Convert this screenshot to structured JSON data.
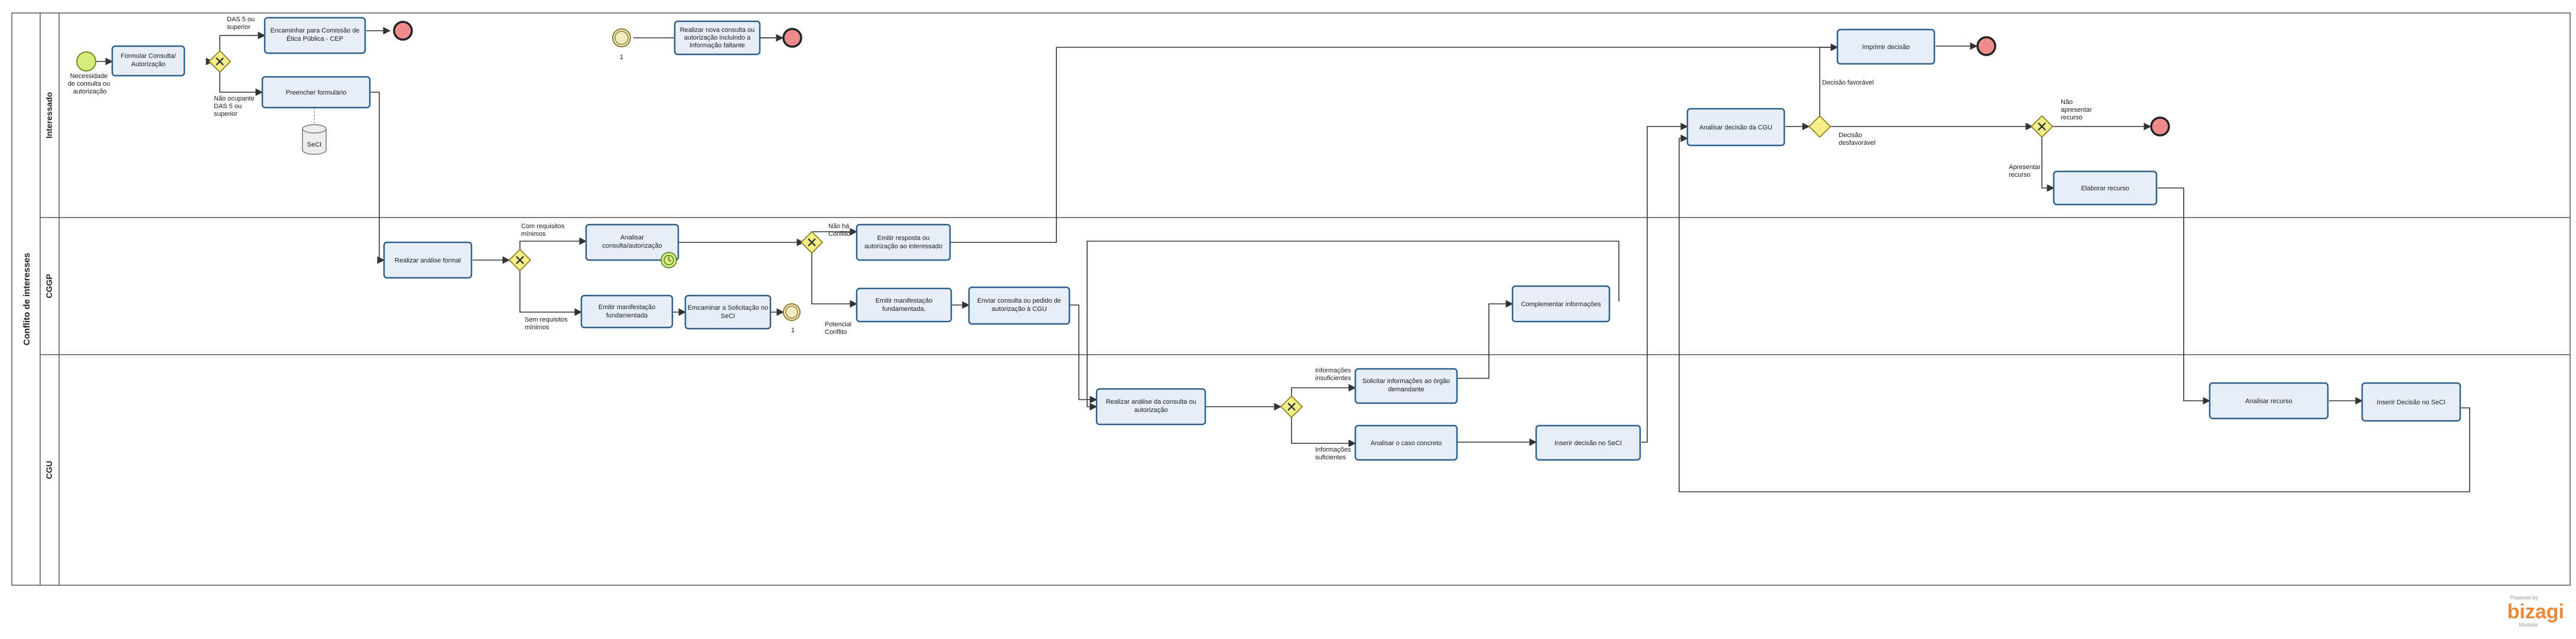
{
  "pool": {
    "title": "Conflito de interesses"
  },
  "lanes": [
    {
      "label": "Interessado"
    },
    {
      "label": "CGGP"
    },
    {
      "label": "CGU"
    }
  ],
  "tasks": [
    {
      "id": "formular",
      "lines": [
        "Formular Consulta/",
        "Autorização"
      ]
    },
    {
      "id": "encaminhar_cep",
      "lines": [
        "Encaminhar para Comissão de",
        "Ética Pública - CEP"
      ]
    },
    {
      "id": "preencher",
      "lines": [
        "Preencher formulário"
      ]
    },
    {
      "id": "realizar_nova",
      "lines": [
        "Realizar nova consulta ou",
        "autorização incluindo a",
        "informação faltante"
      ]
    },
    {
      "id": "imprimir",
      "lines": [
        "Imprimir decisão"
      ]
    },
    {
      "id": "analisar_decisao",
      "lines": [
        "Analisar decisão da CGU"
      ]
    },
    {
      "id": "elaborar_recurso",
      "lines": [
        "Elaborar recurso"
      ]
    },
    {
      "id": "analise_formal",
      "lines": [
        "Realizar análise formal"
      ]
    },
    {
      "id": "analisar_consulta",
      "lines": [
        "Analisar",
        "consulta/autorização"
      ]
    },
    {
      "id": "emitir_resposta",
      "lines": [
        "Emitir resposta ou",
        "autorização ao interessado"
      ]
    },
    {
      "id": "emitir_manif_1",
      "lines": [
        "Emitir manifestação",
        "fundamentada"
      ]
    },
    {
      "id": "emcaminhar_seci",
      "lines": [
        "Emcaminar a Solicitação no",
        "SeCI"
      ]
    },
    {
      "id": "emitir_manif_2",
      "lines": [
        "Emitir manifestação",
        "fundamentada."
      ]
    },
    {
      "id": "enviar_cgu",
      "lines": [
        "Enviar consulta ou pedido de",
        "autorização à CGU"
      ]
    },
    {
      "id": "complementar",
      "lines": [
        "Complementar informações"
      ]
    },
    {
      "id": "realizar_analise_cgu",
      "lines": [
        "Realizar análise da consulta ou",
        "autorização"
      ]
    },
    {
      "id": "solicitar_info",
      "lines": [
        "Solicitar informações ao órgão",
        "demandante"
      ]
    },
    {
      "id": "analisar_caso",
      "lines": [
        "Analisar o caso concreto"
      ]
    },
    {
      "id": "inserir_decisao_1",
      "lines": [
        "Inserir decisão no SeCI"
      ]
    },
    {
      "id": "analisar_recurso",
      "lines": [
        "Analisar recurso"
      ]
    },
    {
      "id": "inserir_decisao_2",
      "lines": [
        "Inserir Decisão no SeCI"
      ]
    }
  ],
  "labels": {
    "start_necessidade": [
      "Necessidade",
      "de consulta ou",
      "autorização"
    ],
    "das5_superior": [
      "DAS 5 ou",
      "superior"
    ],
    "nao_ocupante": [
      "Não ocupante",
      "DAS 5 ou",
      "superior"
    ],
    "seci_db": "SeCI",
    "timer_1_label": "1",
    "timer_2_label": "1",
    "com_requisitos": [
      "Com requisitos",
      "mínimos"
    ],
    "sem_requisitos": [
      "Sem requisitos",
      "mínimos"
    ],
    "nao_ha_conflito": [
      "Não há",
      "Conflito"
    ],
    "potencial_conflito": [
      "Potencial",
      "Conflito"
    ],
    "decisao_favoravel": "Decisão favorável",
    "decisao_desfavoravel": [
      "Decisão",
      "desfavorável"
    ],
    "nao_apresentar_recurso": [
      "Não",
      "apresentar",
      "recurso"
    ],
    "apresentar_recurso": [
      "Apresentar",
      "recurso"
    ],
    "info_insuficientes": [
      "Informações",
      "insuficientes"
    ],
    "info_suficientes": [
      "Informações",
      "suficientes"
    ]
  },
  "logo": {
    "powered_by": "Powered by",
    "name": "bizagi",
    "sub": "Modeler"
  },
  "colors": {
    "task_fill": "#e8eef8",
    "task_stroke": "#2c5f8a",
    "gateway_fill": "#f5ef8a",
    "start_fill": "#d6ec7c",
    "end_fill": "#f08b8b",
    "logo": "#e98a3a"
  }
}
